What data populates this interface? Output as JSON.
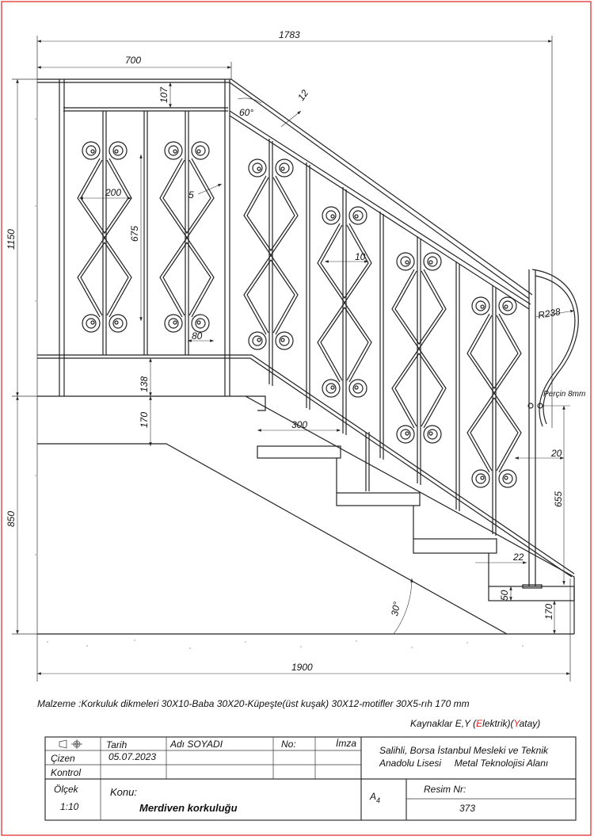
{
  "dimensions": {
    "overall_width": "1783",
    "landing_width": "700",
    "top_rail_gap": "107",
    "rail_angle": "60°",
    "rail_thickness": "12",
    "motif_width": "200",
    "motif_height": "675",
    "motif_bar": "5",
    "motif_spacing": "80",
    "bar_width": "10",
    "curve_radius": "R238",
    "rivet": "Perçin 8mm",
    "post_offset": "20",
    "post_height": "655",
    "step_overhang": "22",
    "base_height": "50",
    "bottom_step": "170",
    "tread": "300",
    "rail_to_floor": "138",
    "riser": "170",
    "total_height": "1150",
    "lower_height": "850",
    "stair_angle": "30°",
    "overall_length": "1900"
  },
  "notes": {
    "material": "Malzeme :Korkuluk dikmeleri 30X10-Baba 30X20-Küpeşte(üst kuşak) 30X12-motifler 30X5-rıh 170 mm",
    "welding_prefix": "Kaynaklar E,Y (",
    "welding_e": "E",
    "welding_mid": "lektrik)(",
    "welding_y": "Y",
    "welding_suffix": "atay)"
  },
  "title_block": {
    "date_label": "Tarih",
    "name_label": "Adı SOYADI",
    "no_label": "No:",
    "sign_label": "İmza",
    "drawn_label": "Çizen",
    "date_value": "05.07.2023",
    "check_label": "Kontrol",
    "school_line1": "Salihli, Borsa İstanbul Mesleki ve Teknik",
    "school_line2": "Anadolu Lisesi     Metal Teknolojisi Alanı",
    "scale_label": "Ölçek",
    "scale_value": "1:10",
    "subject_label": "Konu:",
    "subject_value": "Merdiven korkuluğu",
    "paper_size": "A",
    "paper_size_sub": "4",
    "drawing_no_label": "Resim Nr:",
    "drawing_no_value": "373"
  },
  "colors": {
    "border": "#e02020",
    "line": "#222222"
  }
}
